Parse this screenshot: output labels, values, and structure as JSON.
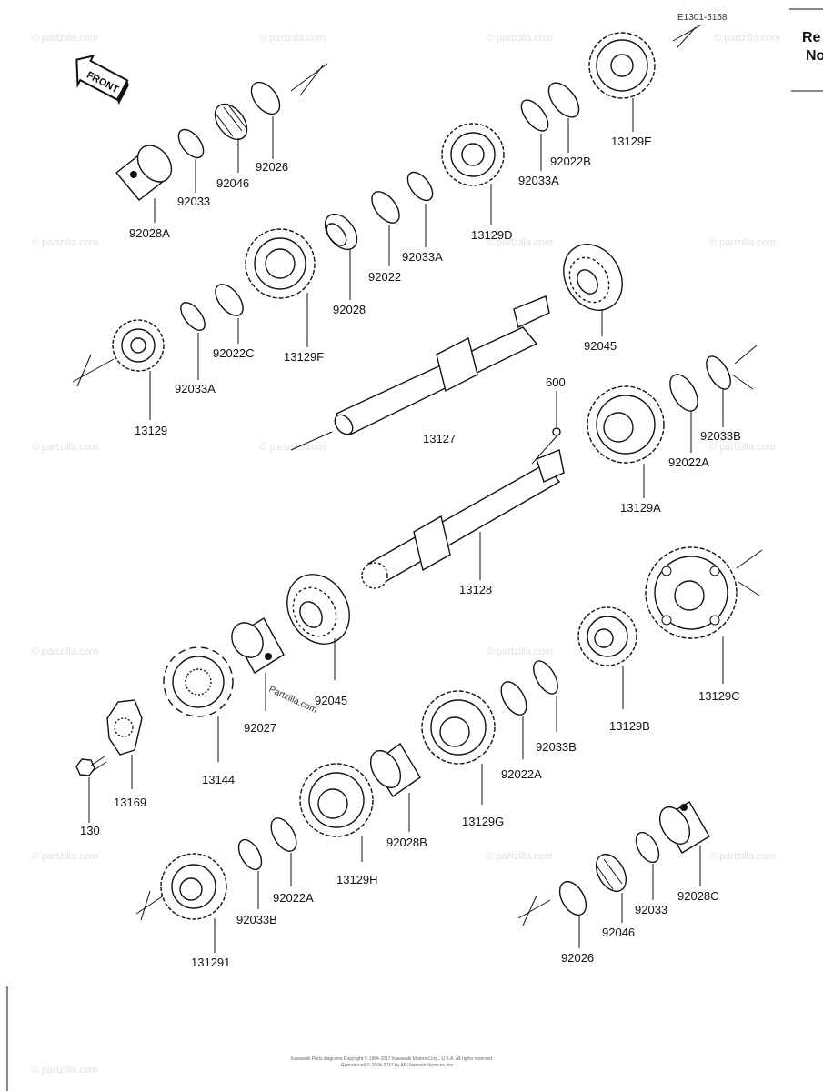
{
  "diagram": {
    "code": "E1301-5158",
    "front_label": "FRONT",
    "side_text_1": "Re",
    "side_text_2": "No",
    "watermark_small": "© partzilla.com",
    "watermark_mid": "Partzilla.com",
    "footer_line_1": "Kawasaki Parts diagrams Copyright © 1984-2017 Kawasaki Motors Corp., U.S.A. All rights reserved",
    "footer_line_2": "Reproduced © 2004-2017 by ARI Network Services, Inc.",
    "labels": [
      "92028A",
      "92033",
      "92046",
      "92026",
      "13129E",
      "92022B",
      "92033A",
      "13129D",
      "92022",
      "92033A",
      "92028",
      "13129F",
      "92022C",
      "92033A",
      "13129",
      "92045",
      "13127",
      "600",
      "92033B",
      "92022A",
      "13129A",
      "13128",
      "92045",
      "92027",
      "13144",
      "13169",
      "130",
      "13129C",
      "13129B",
      "92033B",
      "92022A",
      "13129G",
      "92028B",
      "13129H",
      "92022A",
      "92033B",
      "131291",
      "92028C",
      "92033",
      "92046",
      "92026"
    ]
  }
}
